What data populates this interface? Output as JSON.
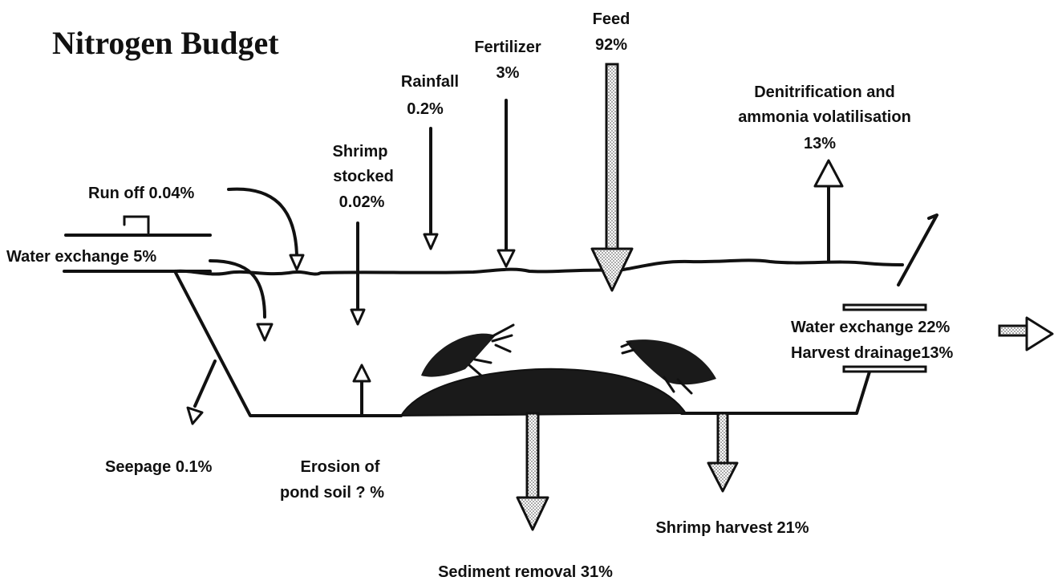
{
  "title": "Nitrogen Budget",
  "inputs": {
    "feed": {
      "name": "Feed",
      "value": "92%"
    },
    "fertilizer": {
      "name": "Fertilizer",
      "value": "3%"
    },
    "rainfall": {
      "name": "Rainfall",
      "value": "0.2%"
    },
    "shrimp_stocked": {
      "line1": "Shrimp",
      "line2": "stocked",
      "value": "0.02%"
    },
    "run_off": "Run off 0.04%",
    "water_exchange_in": "Water exchange 5%"
  },
  "outputs": {
    "denitrification": {
      "line1": "Denitrification and",
      "line2": "ammonia volatilisation",
      "value": "13%"
    },
    "water_exchange_out": "Water exchange 22%",
    "harvest_drainage": "Harvest drainage13%",
    "seepage": "Seepage 0.1%",
    "erosion": {
      "line1": "Erosion of",
      "line2": "pond soil ? %"
    },
    "sediment_removal": "Sediment removal 31%",
    "shrimp_harvest": "Shrimp harvest 21%"
  }
}
